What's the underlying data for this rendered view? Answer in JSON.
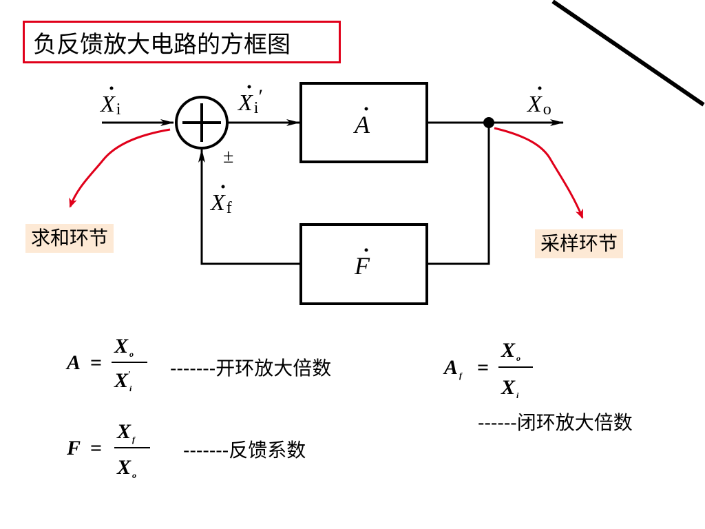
{
  "title": "负反馈放大电路的方框图",
  "colors": {
    "title_border": "#e0001a",
    "callout_bg": "#fde9d5",
    "arrow_red": "#e0001a"
  },
  "signals": {
    "xi": "X",
    "xi_sub": "i",
    "xi_prime": "X",
    "xi_prime_sub": "i",
    "xi_prime_mark": "′",
    "xo": "X",
    "xo_sub": "o",
    "xf": "X",
    "xf_sub": "f",
    "pm": "±"
  },
  "blocks": {
    "amplifier": "A",
    "feedback": "F"
  },
  "callouts": {
    "summing": "求和环节",
    "sampling": "采样环节"
  },
  "formulas": {
    "a_lhs": "A",
    "a_num": "X",
    "a_num_sub": "o",
    "a_den": "X",
    "a_den_sub": "i",
    "a_den_mark": "'",
    "a_note": "-------开环放大倍数",
    "f_lhs": "F",
    "f_num": "X",
    "f_num_sub": "f",
    "f_den": "X",
    "f_den_sub": "o",
    "f_note": "-------反馈系数",
    "af_lhs": "A",
    "af_lhs_sub": "f",
    "af_num": "X",
    "af_num_sub": "o",
    "af_den": "X",
    "af_den_sub": "i",
    "af_note": "------闭环放大倍数",
    "equals": "="
  }
}
